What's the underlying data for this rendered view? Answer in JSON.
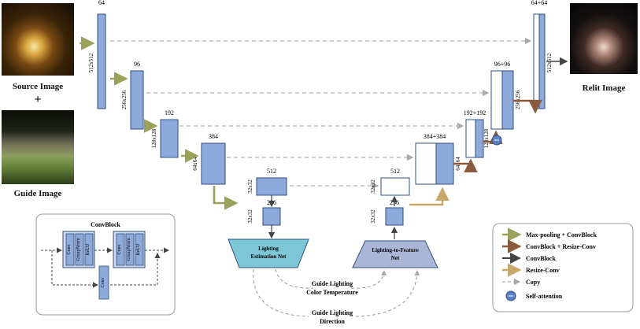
{
  "images": {
    "source_label": "Source Image",
    "guide_label": "Guide Image",
    "relit_label": "Relit Image",
    "plus": "+"
  },
  "encoder": {
    "channels": [
      "64",
      "96",
      "192",
      "384"
    ],
    "resolutions": [
      "512x512",
      "256x256",
      "128x128",
      "64x64"
    ]
  },
  "decoder": {
    "channels": [
      "64+64",
      "96+96",
      "192+192",
      "384+384"
    ],
    "resolutions": [
      "512x512",
      "256x256",
      "128x128",
      "64x64"
    ]
  },
  "bottleneck": {
    "left_top": "512",
    "left_bottom": "256",
    "left_res_top": "32x32",
    "left_res_bottom": "32x32",
    "right_top": "512",
    "right_bottom": "256",
    "right_res_top": "32x32",
    "right_res_bottom": "32x32"
  },
  "modules": {
    "lighting_estimation_line1": "Lighting",
    "lighting_estimation_line2": "Estimation Net",
    "lighting_to_feature_line1": "Lighting-to-Feature",
    "lighting_to_feature_line2": "Net"
  },
  "guide_labels": {
    "color_temp_line1": "Guide Lighting",
    "color_temp_line2": "Color Temperature",
    "direction_line1": "Guide Lighting",
    "direction_line2": "Direction"
  },
  "convblock": {
    "title": "ConvBlock",
    "layers": [
      "Conv",
      "GroupNorm",
      "ReLU"
    ],
    "skip_conv": "Conv"
  },
  "legend": {
    "items": [
      {
        "label": "Max-pooling + ConvBlock",
        "icon": "maxpool-arrow-icon"
      },
      {
        "label": "ConvBlock + Resize-Conv",
        "icon": "convblock-resize-arrow-icon"
      },
      {
        "label": "ConvBlock",
        "icon": "convblock-arrow-icon"
      },
      {
        "label": "Resize-Conv",
        "icon": "resize-conv-arrow-icon"
      },
      {
        "label": "Copy",
        "icon": "copy-arrow-icon"
      },
      {
        "label": "Self-attention",
        "icon": "self-attention-icon"
      }
    ]
  },
  "colors": {
    "block_fill": "#8eaadb",
    "block_stroke": "#2f4f7f",
    "estimation_fill": "#7cc6d6",
    "feature_fill": "#aab6d6",
    "resize_conv": "#c8a96a",
    "convblock_resize": "#8a5a3c"
  }
}
